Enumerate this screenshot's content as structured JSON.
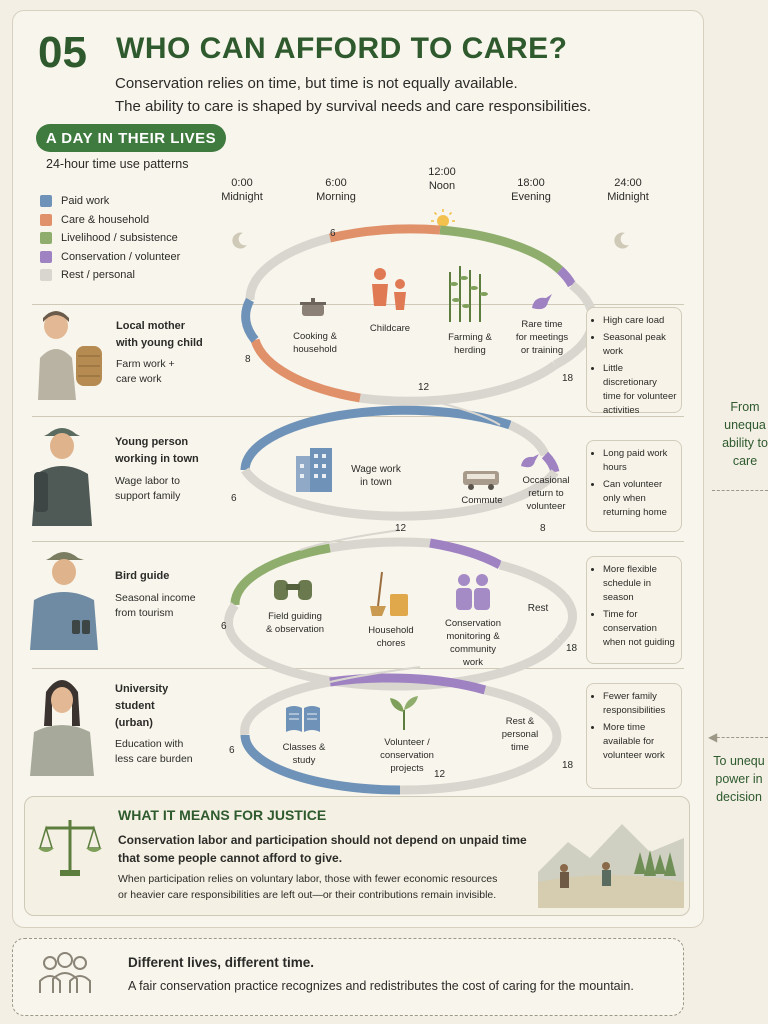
{
  "header": {
    "number": "05",
    "title": "WHO CAN AFFORD TO CARE?",
    "subtitle_line1": "Conservation relies on time, but time is not equally available.",
    "subtitle_line2": "The ability to care is shaped by survival needs and care responsibilities."
  },
  "section": {
    "pill": "A DAY IN THEIR LIVES",
    "caption": "24-hour time use patterns"
  },
  "legend": [
    {
      "label": "Paid work",
      "color": "#6f93b8"
    },
    {
      "label": "Care & household",
      "color": "#e0916a"
    },
    {
      "label": "Livelihood / subsistence",
      "color": "#8fae6d"
    },
    {
      "label": "Conservation / volunteer",
      "color": "#9f82c2"
    },
    {
      "label": "Rest / personal",
      "color": "#d9d6cf"
    }
  ],
  "timeline": [
    {
      "time": "0:00",
      "label": "Midnight"
    },
    {
      "time": "6:00",
      "label": "Morning"
    },
    {
      "time": "12:00",
      "label": "Noon"
    },
    {
      "time": "18:00",
      "label": "Evening"
    },
    {
      "time": "24:00",
      "label": "Midnight"
    }
  ],
  "people": [
    {
      "name_lines": [
        "Local mother",
        "with young child"
      ],
      "desc_lines": [
        "Farm work +",
        "care work"
      ],
      "hour_marks": [
        "6",
        "8",
        "12",
        "18"
      ],
      "activities": [
        {
          "lines": [
            "Cooking &",
            "household"
          ],
          "icon": "pot-icon"
        },
        {
          "lines": [
            "Childcare"
          ],
          "icon": "family-icon"
        },
        {
          "lines": [
            "Farming &",
            "herding"
          ],
          "icon": "crops-icon"
        },
        {
          "lines": [
            "Rare time",
            "for meetings",
            "or training"
          ],
          "icon": "bird-icon"
        }
      ],
      "notes": [
        "High care load",
        "Seasonal peak work",
        "Little discretionary time for volunteer activities"
      ]
    },
    {
      "name_lines": [
        "Young person",
        "working in town"
      ],
      "desc_lines": [
        "Wage labor to",
        "support family"
      ],
      "hour_marks": [
        "6",
        "12",
        "8"
      ],
      "activities": [
        {
          "lines": [
            "Wage work",
            "in town"
          ],
          "icon": "building-icon"
        },
        {
          "lines": [
            "Commute"
          ],
          "icon": "bus-icon"
        },
        {
          "lines": [
            "Occasional",
            "return to",
            "volunteer"
          ],
          "icon": "bird-icon"
        }
      ],
      "notes": [
        "Long paid work hours",
        "Can volunteer only when returning home"
      ]
    },
    {
      "name_lines": [
        "Bird guide"
      ],
      "desc_lines": [
        "Seasonal income",
        "from tourism"
      ],
      "hour_marks": [
        "6",
        "18"
      ],
      "activities": [
        {
          "lines": [
            "Field guiding",
            "& observation"
          ],
          "icon": "binoculars-icon"
        },
        {
          "lines": [
            "Household",
            "chores"
          ],
          "icon": "broom-icon"
        },
        {
          "lines": [
            "Conservation",
            "monitoring &",
            "community",
            "work"
          ],
          "icon": "people-icon"
        },
        {
          "lines": [
            "Rest"
          ],
          "icon": ""
        }
      ],
      "notes": [
        "More flexible schedule in season",
        "Time for conservation when not guiding"
      ]
    },
    {
      "name_lines": [
        "University",
        "student",
        "(urban)"
      ],
      "desc_lines": [
        "Education with",
        "less care burden"
      ],
      "hour_marks": [
        "6",
        "12",
        "18"
      ],
      "activities": [
        {
          "lines": [
            "Classes &",
            "study"
          ],
          "icon": "book-icon"
        },
        {
          "lines": [
            "Volunteer /",
            "conservation",
            "projects"
          ],
          "icon": "sprout-icon"
        },
        {
          "lines": [
            "Rest &",
            "personal",
            "time"
          ],
          "icon": ""
        }
      ],
      "notes": [
        "Fewer family responsibilities",
        "More time available for volunteer work"
      ]
    }
  ],
  "edges": {
    "right_top": [
      "From",
      "unequa",
      "ability to",
      "care"
    ],
    "right_bottom": [
      "To unequ",
      "power in",
      "decision"
    ]
  },
  "justice": {
    "heading": "WHAT IT MEANS FOR JUSTICE",
    "bold_line1": "Conservation labor and participation should not depend on unpaid time",
    "bold_line2": "that some people cannot afford to give.",
    "body_line1": "When participation relies on voluntary labor, those with fewer economic resources",
    "body_line2": "or heavier care responsibilities are left out—or their contributions remain invisible."
  },
  "footer": {
    "heading": "Different lives, different time.",
    "text": "A fair conservation practice recognizes and redistributes the cost of caring for the mountain."
  }
}
